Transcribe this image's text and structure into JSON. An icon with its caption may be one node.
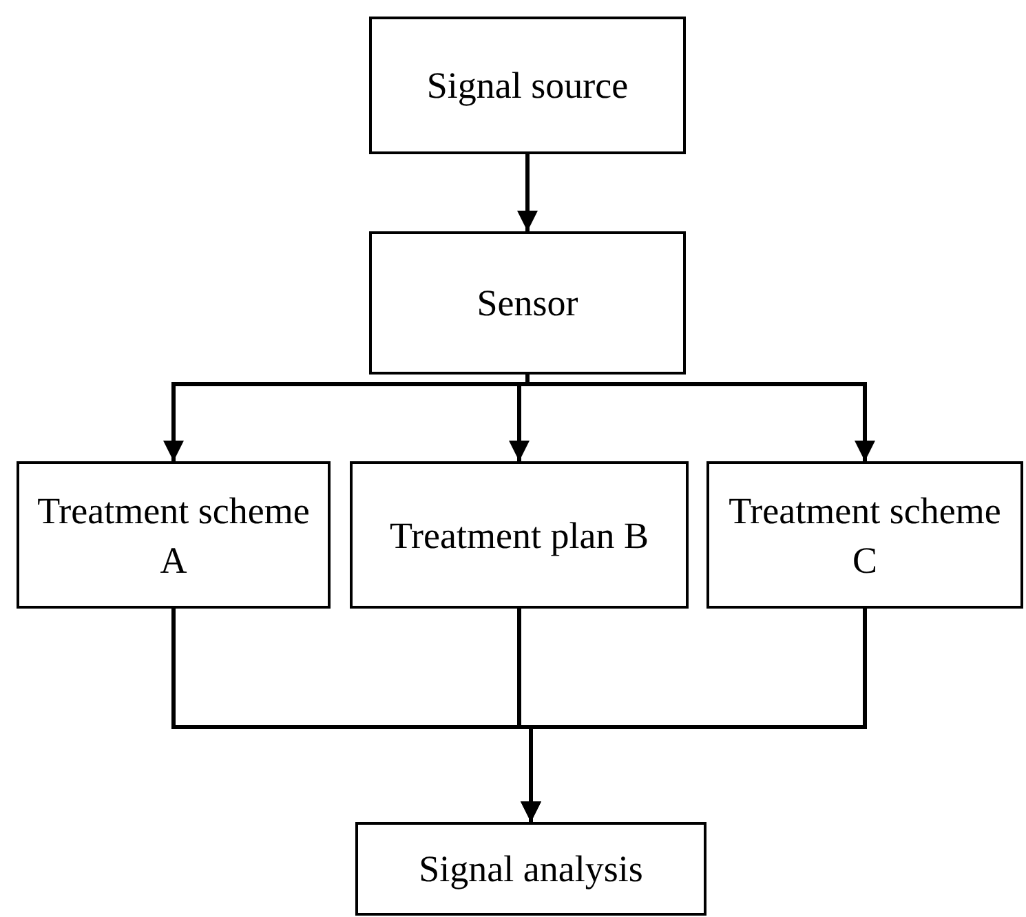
{
  "diagram": {
    "nodes": [
      {
        "text": [
          "Signal source"
        ]
      },
      {
        "text": [
          "Sensor"
        ]
      },
      {
        "text": [
          "Treatment scheme A"
        ]
      },
      {
        "text": [
          "Treatment plan B"
        ]
      },
      {
        "text": [
          "Treatment scheme C"
        ]
      },
      {
        "text": [
          "Signal analysis"
        ]
      }
    ],
    "edges": [
      {
        "from": 0,
        "to": 1,
        "arrow": "to"
      },
      {
        "from": 1,
        "to": 2,
        "arrow": "to"
      },
      {
        "from": 1,
        "to": 3,
        "arrow": "to"
      },
      {
        "from": 1,
        "to": 4,
        "arrow": "to"
      },
      {
        "from": 2,
        "to": 5,
        "arrow": "to"
      },
      {
        "from": 3,
        "to": 5,
        "arrow": "to"
      },
      {
        "from": 4,
        "to": 5,
        "arrow": "to"
      }
    ]
  }
}
